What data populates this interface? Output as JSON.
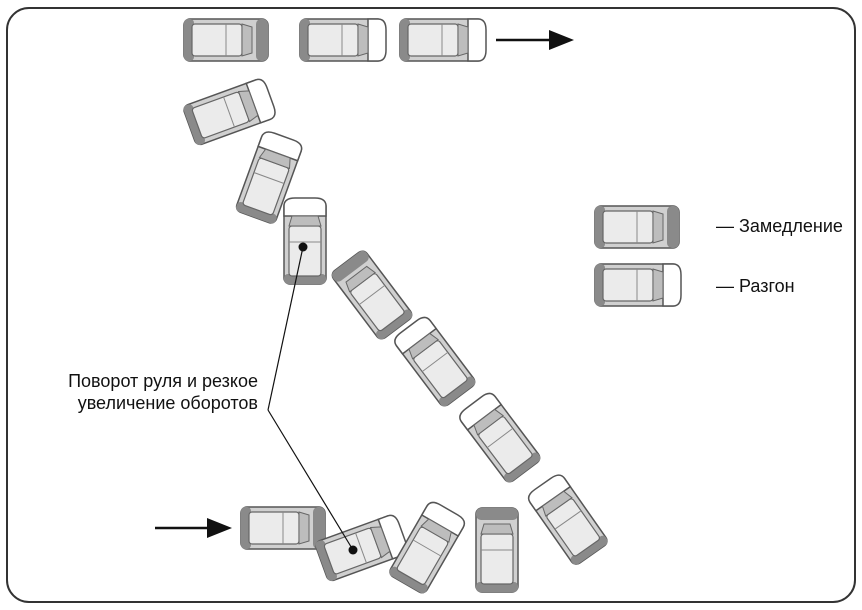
{
  "legend": {
    "deceleration": {
      "label": "— Замедление",
      "style": "deceleration"
    },
    "acceleration": {
      "label": "— Разгон",
      "style": "acceleration"
    }
  },
  "annotation": {
    "line1": "Поворот руля и резкое",
    "line2": "увеличение оборотов"
  },
  "car_styles": {
    "deceleration": {
      "rear_color": "#8a8a8a",
      "front_color": "#8a8a8a"
    },
    "acceleration": {
      "rear_color": "#8a8a8a",
      "front_color": "#ffffff"
    }
  },
  "colors": {
    "frame": "#333333",
    "car_body": "#d2d2d2",
    "roof": "#f0f0f0",
    "outline": "#444444",
    "arrow": "#111111"
  }
}
